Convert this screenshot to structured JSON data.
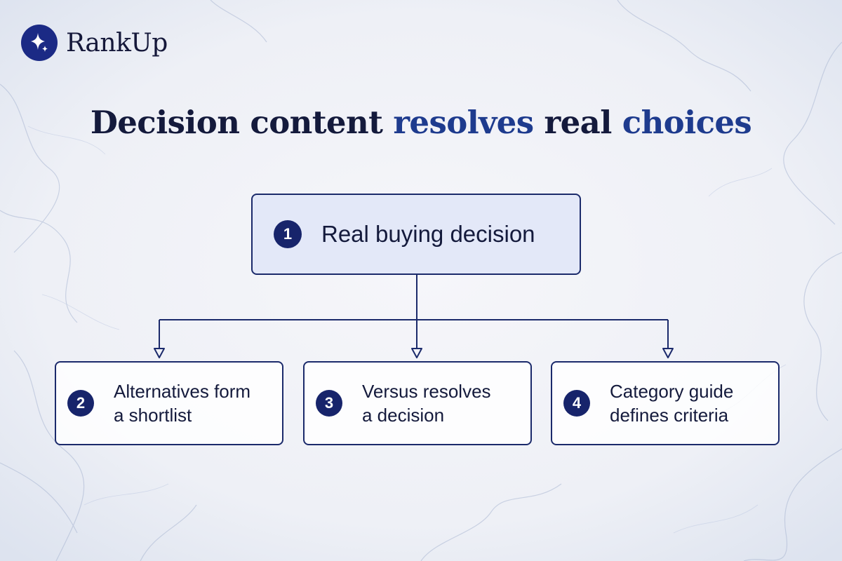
{
  "brand": {
    "name": "RankUp",
    "accent_color": "#1e3b8e",
    "mark_color": "#1b2a85"
  },
  "headline": {
    "part1": "Decision content ",
    "accent1": "resolves",
    "part2": " real ",
    "accent2": "choices"
  },
  "diagram": {
    "root": {
      "number": "1",
      "label": "Real buying decision"
    },
    "children": [
      {
        "number": "2",
        "line1": "Alternatives form",
        "line2": "a shortlist"
      },
      {
        "number": "3",
        "line1": "Versus resolves",
        "line2": "a decision"
      },
      {
        "number": "4",
        "line1": "Category guide",
        "line2": "defines criteria"
      }
    ]
  },
  "colors": {
    "node_border": "#1b2a6b",
    "badge_fill": "#17246b",
    "root_fill": "#e3e8f8",
    "text": "#141a3c"
  }
}
